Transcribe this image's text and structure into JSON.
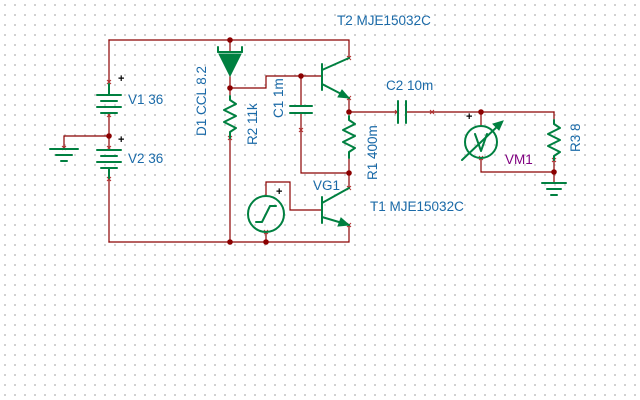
{
  "schematic": {
    "components": {
      "v1": {
        "ref": "V1",
        "value": "36"
      },
      "v2": {
        "ref": "V2",
        "value": "36"
      },
      "d1": {
        "ref": "D1",
        "value": "CCL 8.2"
      },
      "r2": {
        "ref": "R2",
        "value": "11k"
      },
      "c1": {
        "ref": "C1",
        "value": "1m"
      },
      "t2": {
        "ref": "T2",
        "value": "MJE15032C"
      },
      "r1": {
        "ref": "R1",
        "value": "400m"
      },
      "c2": {
        "ref": "C2",
        "value": "10m"
      },
      "vg1": {
        "ref": "VG1"
      },
      "t1": {
        "ref": "T1",
        "value": "MJE15032C"
      },
      "vm1": {
        "ref": "VM1",
        "symbol": "V"
      },
      "r3": {
        "ref": "R3",
        "value": "8"
      }
    },
    "polarity_mark": "+",
    "icons": [
      "ground-icon",
      "battery-icon",
      "diode-icon",
      "resistor-icon",
      "capacitor-icon",
      "npn-transistor-icon",
      "step-generator-icon",
      "voltmeter-icon"
    ],
    "colors": {
      "wire": "#8b0000",
      "component": "#008040",
      "label": "#1a6aa8",
      "meter_label": "#800080",
      "grid_dot": "#c4c4c4",
      "background": "#ffffff"
    }
  }
}
